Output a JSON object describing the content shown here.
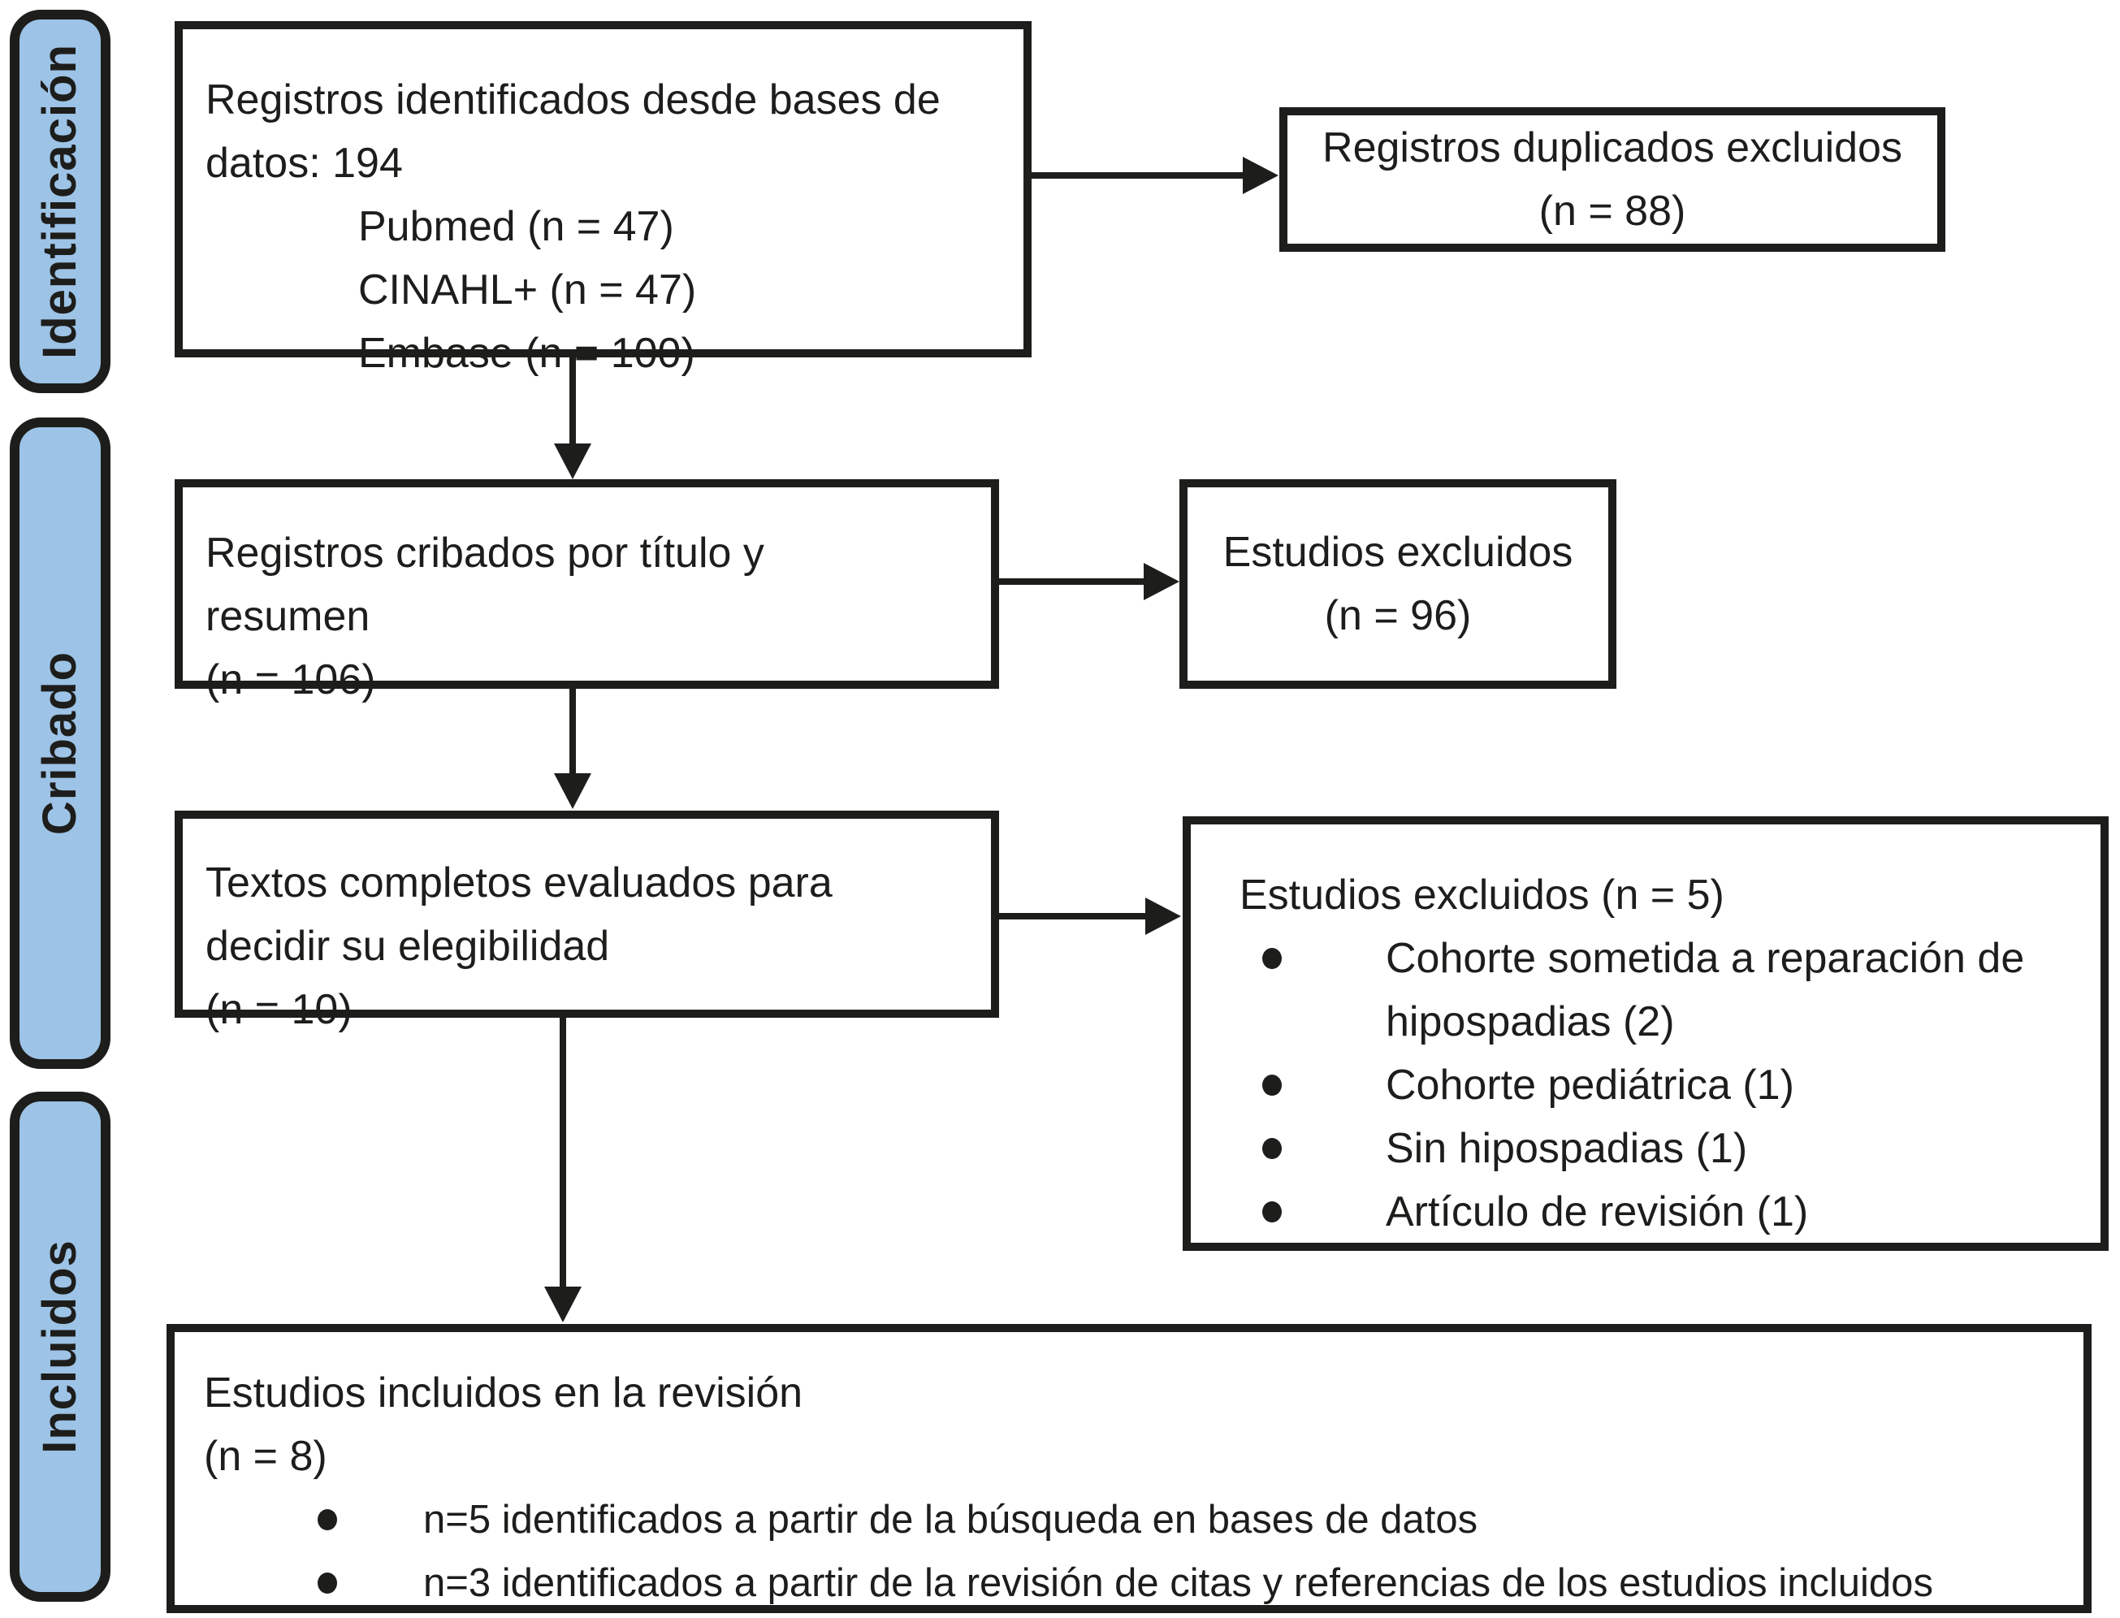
{
  "figure": {
    "type": "prisma-flow-diagram",
    "colors": {
      "background": "#ffffff",
      "stage_fill": "#9dc3e6",
      "stage_border": "#1d1d1b",
      "box_border": "#1d1d1b",
      "box_fill": "#ffffff",
      "text": "#1d1d1b",
      "arrow": "#1d1d1b"
    },
    "stages": [
      {
        "label": "Identificación"
      },
      {
        "label": "Cribado"
      },
      {
        "label": "Incluidos"
      }
    ],
    "main_flow": [
      {
        "id": "records-identified",
        "lines": [
          "Registros identificados desde bases de",
          "datos: 194"
        ],
        "sub_items": [
          "Pubmed (n = 47)",
          "CINAHL+ (n = 47)",
          "Embase (n = 100)"
        ]
      },
      {
        "id": "records-screened",
        "lines": [
          "Registros cribados por título y",
          "resumen",
          "(n = 106)"
        ]
      },
      {
        "id": "fulltext-assessed",
        "lines": [
          "Textos completos evaluados para",
          "decidir su elegibilidad",
          "(n = 10)"
        ]
      },
      {
        "id": "studies-included",
        "lines": [
          "Estudios incluidos en la revisión",
          "(n = 8)"
        ],
        "bullets": [
          "n=5 identificados a partir de la búsqueda en bases de datos",
          "n=3 identificados a partir de la revisión de citas y referencias de los estudios incluidos"
        ]
      }
    ],
    "exclusions": [
      {
        "id": "duplicates-excluded",
        "lines": [
          "Registros duplicados excluidos",
          "(n = 88)"
        ]
      },
      {
        "id": "studies-excluded-screening",
        "lines": [
          "Estudios excluidos",
          "(n = 96)"
        ]
      },
      {
        "id": "studies-excluded-fulltext",
        "title": "Estudios excluidos (n = 5)",
        "bullets": [
          "Cohorte sometida a reparación de hipospadias (2)",
          "Cohorte pediátrica (1)",
          "Sin hipospadias (1)",
          "Artículo de revisión (1)"
        ]
      }
    ]
  }
}
